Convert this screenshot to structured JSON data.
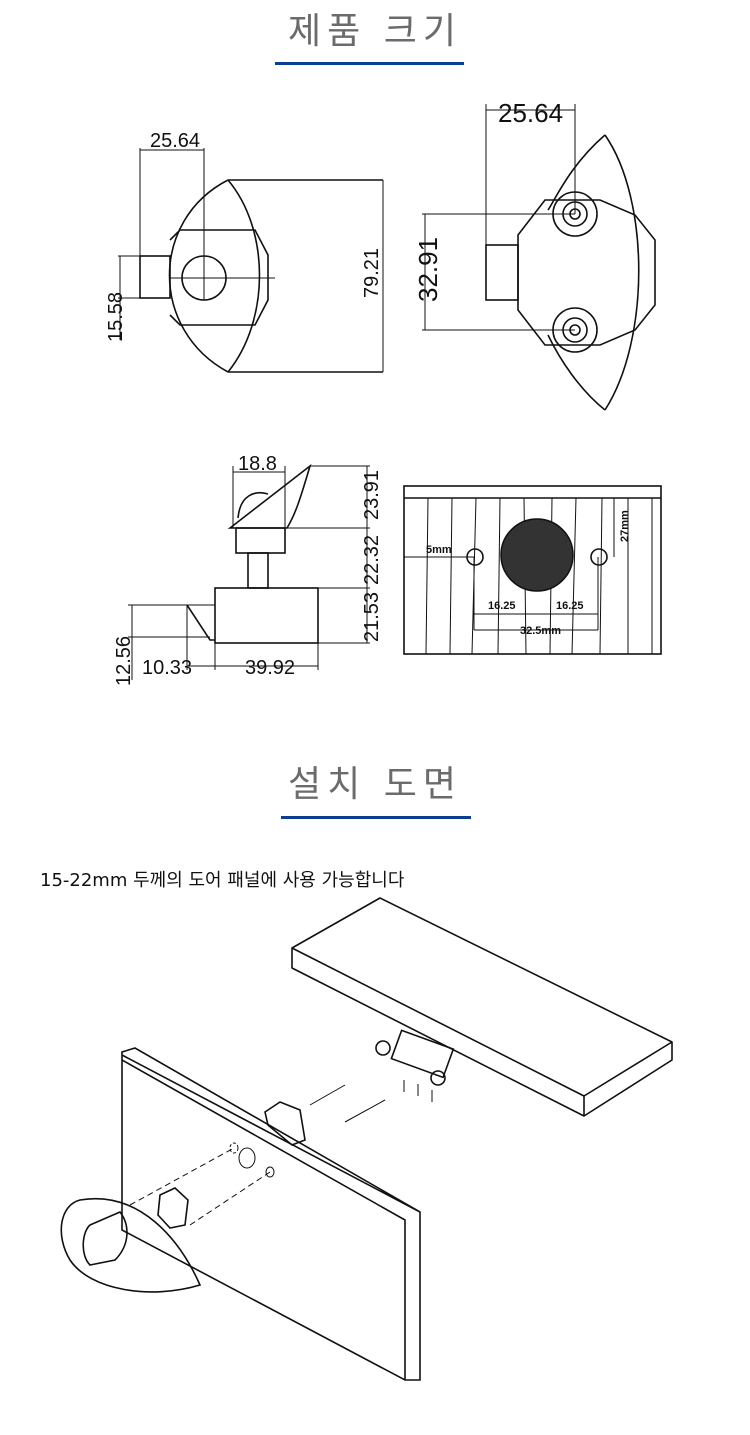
{
  "section1": {
    "title": "제품 크기"
  },
  "section2": {
    "title": "설치 도면",
    "note": "15-22mm 두께의 도어 패널에 사용 가능합니다"
  },
  "accent_color": "#0b3d91",
  "side_view": {
    "width_top": "25.64",
    "height_small": "15.58",
    "height_total": "79.21"
  },
  "front_view": {
    "width_top": "25.64",
    "hole_spacing": "32.91"
  },
  "profile_view": {
    "d1": "18.8",
    "d2": "23.91",
    "d3": "22.32",
    "d4": "21.53",
    "d5": "12.56",
    "d6": "10.33",
    "d7": "39.92"
  },
  "drill_template": {
    "hole": "5mm",
    "offset": "27mm",
    "half_left": "16.25",
    "half_right": "16.25",
    "span": "32.5mm"
  }
}
